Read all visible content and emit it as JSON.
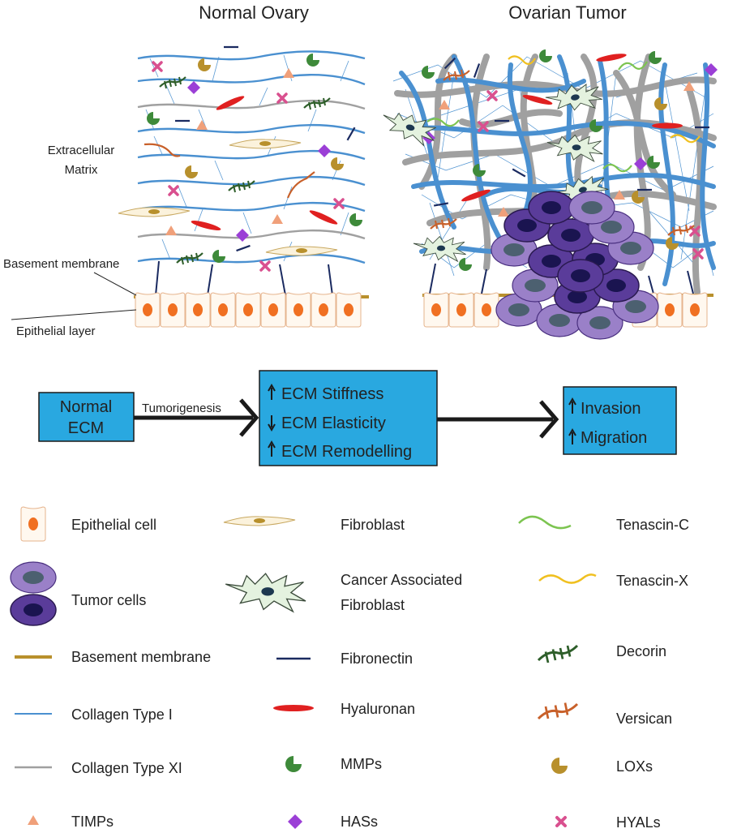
{
  "panels": {
    "normal_title": "Normal Ovary",
    "tumor_title": "Ovarian Tumor",
    "labels": {
      "ecm_line1": "Extracellular",
      "ecm_line2": "Matrix",
      "basement_membrane": "Basement membrane",
      "epithelial_layer": "Epithelial layer"
    }
  },
  "flow": {
    "normal_ecm_line1": "Normal",
    "normal_ecm_line2": "ECM",
    "arrow_label": "Tumorigenesis",
    "effects": [
      {
        "direction": "up",
        "text": "ECM Stiffness"
      },
      {
        "direction": "down",
        "text": "ECM Elasticity"
      },
      {
        "direction": "up",
        "text": "ECM Remodelling"
      }
    ],
    "outcomes": [
      {
        "direction": "up",
        "text": "Invasion"
      },
      {
        "direction": "up",
        "text": "Migration"
      }
    ]
  },
  "legend": {
    "col1": [
      {
        "icon": "epithelial-cell-icon",
        "text": "Epithelial cell"
      },
      {
        "icon": "tumor-cells-icon",
        "text": "Tumor cells"
      },
      {
        "icon": "basement-membrane-line-icon",
        "text": "Basement membrane"
      },
      {
        "icon": "collagen-type-i-line-icon",
        "text": "Collagen Type I"
      },
      {
        "icon": "collagen-type-xi-line-icon",
        "text": "Collagen Type XI"
      },
      {
        "icon": "timps-triangle-icon",
        "text": "TIMPs"
      }
    ],
    "col2": [
      {
        "icon": "fibroblast-icon",
        "text": "Fibroblast"
      },
      {
        "icon": "caf-icon",
        "text_line1": "Cancer Associated",
        "text_line2": "Fibroblast"
      },
      {
        "icon": "fibronectin-icon",
        "text": "Fibronectin"
      },
      {
        "icon": "hyaluronan-icon",
        "text": "Hyaluronan"
      },
      {
        "icon": "mmps-icon",
        "text": "MMPs"
      },
      {
        "icon": "hass-diamond-icon",
        "text": "HASs"
      }
    ],
    "col3": [
      {
        "icon": "tenascin-c-icon",
        "text": "Tenascin-C"
      },
      {
        "icon": "tenascin-x-icon",
        "text": "Tenascin-X"
      },
      {
        "icon": "decorin-icon",
        "text": "Decorin"
      },
      {
        "icon": "versican-icon",
        "text": "Versican"
      },
      {
        "icon": "loxs-icon",
        "text": "LOXs"
      },
      {
        "icon": "hyals-cross-icon",
        "text": "HYALs"
      }
    ]
  },
  "colors": {
    "collagen_i": "#4a90d0",
    "collagen_xi": "#a0a0a0",
    "basement": "#b8902c",
    "box_fill": "#29a8e0",
    "mmp": "#3e8a3a",
    "has": "#9b3fd6",
    "timp": "#f0a07a",
    "hyal": "#d9508f",
    "hyaluronan": "#e02020",
    "fibronectin": "#1a2a60",
    "tenascin_c": "#7cc450",
    "tenascin_x": "#f0c020",
    "decorin": "#2e5e2a",
    "versican": "#c8602a",
    "lox": "#b8902c",
    "tumor_dark": "#5a3c9a",
    "tumor_light": "#9a80c8"
  }
}
